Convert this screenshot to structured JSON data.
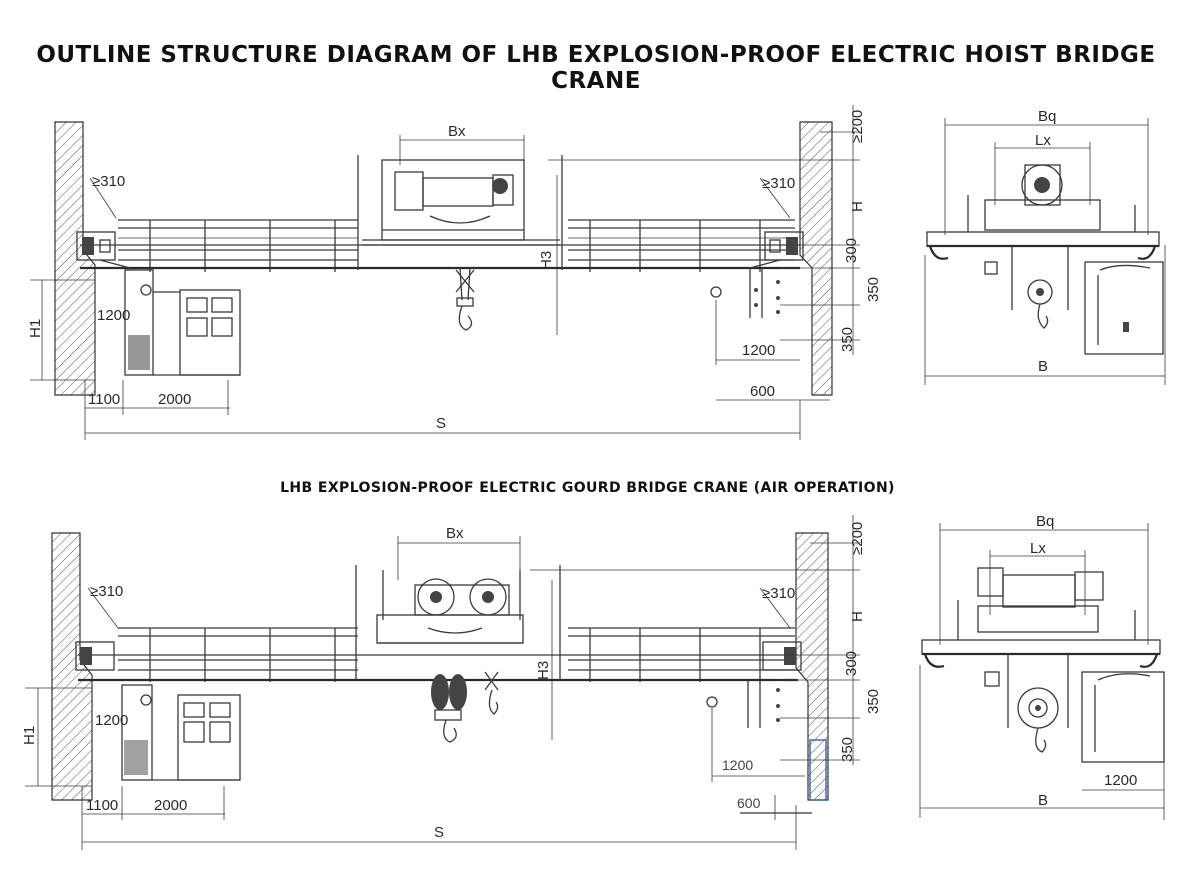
{
  "title": "OUTLINE STRUCTURE DIAGRAM OF LHB EXPLOSION-PROOF ELECTRIC HOIST BRIDGE CRANE",
  "subtitle": "LHB EXPLOSION-PROOF ELECTRIC GOURD BRIDGE CRANE (AIR OPERATION)",
  "top_front": {
    "bx": "Bx",
    "d310_left": "≥310",
    "d310_right": "≥310",
    "d200": "≥200",
    "h": "H",
    "d300": "300",
    "d350a": "350",
    "d350b": "350",
    "h3": "H3",
    "h1": "H1",
    "d1200_left": "1200",
    "d1200_right": "1200",
    "d600": "600",
    "d1100": "1100",
    "d2000": "2000",
    "s": "S"
  },
  "top_side": {
    "bq": "Bq",
    "lx": "Lx",
    "b": "B"
  },
  "bottom_front": {
    "bx": "Bx",
    "d310_left": "≥310",
    "d310_right": "≥310",
    "d200": "≥200",
    "h": "H",
    "d300": "300",
    "d350a": "350",
    "d350b": "350",
    "h3": "H3",
    "h1": "H1",
    "d1200_left": "1200",
    "d1200_right": "1200",
    "d600": "600",
    "d1100": "1100",
    "d2000": "2000",
    "s": "S"
  },
  "bottom_side": {
    "bq": "Bq",
    "lx": "Lx",
    "b": "B",
    "d1200": "1200"
  }
}
